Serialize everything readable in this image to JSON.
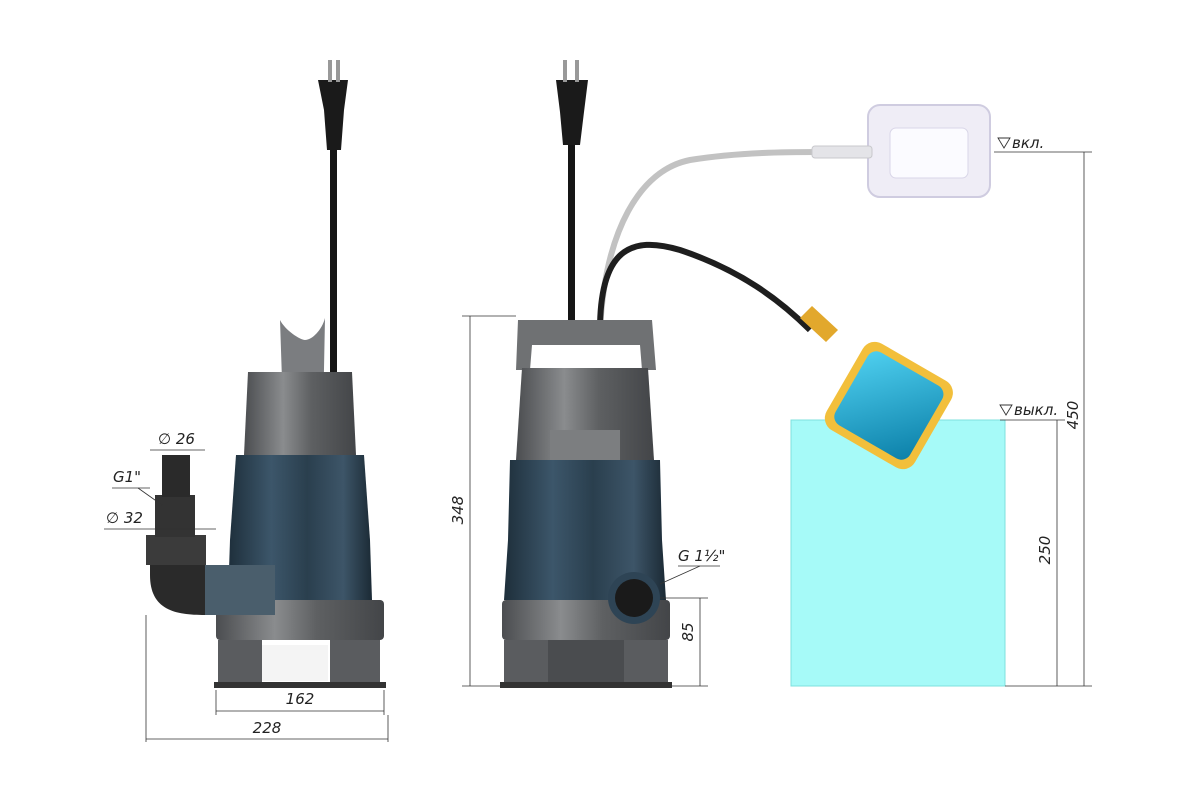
{
  "dimensions": {
    "width_base": "162",
    "width_total": "228",
    "diameter_26": "∅ 26",
    "diameter_32": "∅ 32",
    "thread_inlet": "G1\"",
    "height_total": "348",
    "outlet_height": "85",
    "outlet_thread": "G 1½\"",
    "float_range_top": "450",
    "water_level": "250"
  },
  "labels": {
    "on_level": "вкл.",
    "off_level": "выкл."
  },
  "colors": {
    "pump_body": "#2f4556",
    "pump_gray": "#6d6f71",
    "pump_dark": "#3a3b3d",
    "water": "#a6faf8",
    "float_yellow": "#f2bf3b",
    "float_blue": "#1aa4d0",
    "switch_box": "#f0eef8",
    "cable_gray": "#b9b9b9",
    "cable_black": "#202020"
  }
}
